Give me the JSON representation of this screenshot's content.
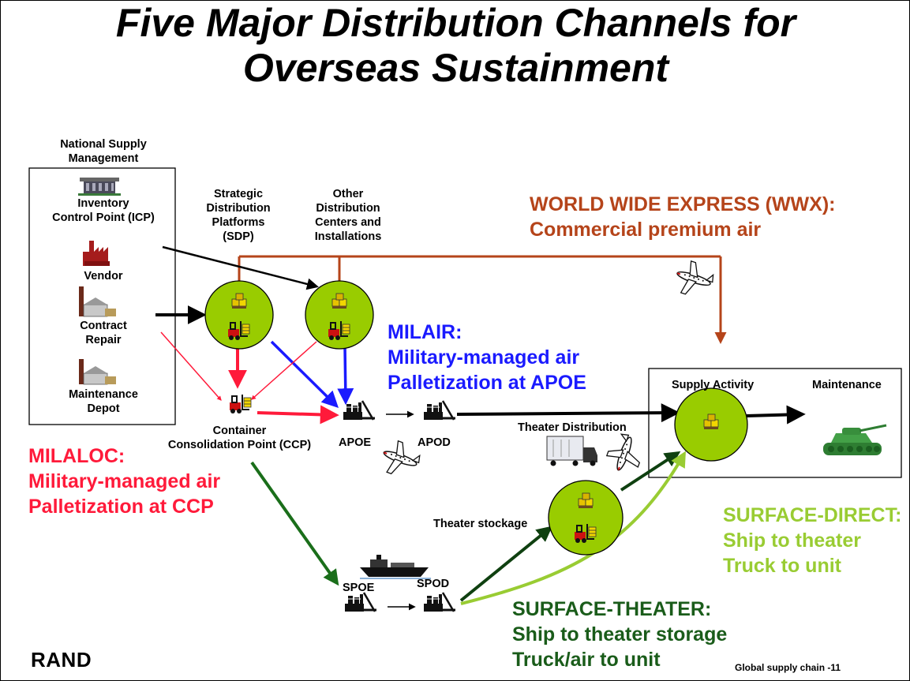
{
  "slide": {
    "title_line1": "Five Major Distribution Channels for",
    "title_line2": "Overseas Sustainment"
  },
  "sources": {
    "heading_line1": "National Supply",
    "heading_line2": "Management",
    "icp_line1": "Inventory",
    "icp_line2": "Control Point (ICP)",
    "vendor": "Vendor",
    "contract_line1": "Contract",
    "contract_line2": "Repair",
    "depot_line1": "Maintenance",
    "depot_line2": "Depot"
  },
  "nodes": {
    "sdp_line1": "Strategic",
    "sdp_line2": "Distribution",
    "sdp_line3": "Platforms",
    "sdp_line4": "(SDP)",
    "odc_line1": "Other",
    "odc_line2": "Distribution",
    "odc_line3": "Centers and",
    "odc_line4": "Installations",
    "ccp_line1": "Container",
    "ccp_line2": "Consolidation Point (CCP)",
    "apoe": "APOE",
    "apod": "APOD",
    "spoe": "SPOE",
    "spod": "SPOD",
    "theater_distribution": "Theater Distribution",
    "theater_stockage": "Theater stockage",
    "supply_activity": "Supply Activity",
    "maintenance": "Maintenance"
  },
  "channels": {
    "wwx_line1": "WORLD WIDE EXPRESS (WWX):",
    "wwx_line2": "Commercial premium air",
    "milair_line1": "MILAIR:",
    "milair_line2": "Military-managed air",
    "milair_line3": "Palletization at APOE",
    "milaloc_line1": "MILALOC:",
    "milaloc_line2": "Military-managed air",
    "milaloc_line3": "Palletization at CCP",
    "surface_direct_line1": "SURFACE-DIRECT:",
    "surface_direct_line2": "Ship to theater",
    "surface_direct_line3": "Truck to unit",
    "surface_theater_line1": "SURFACE-THEATER:",
    "surface_theater_line2": "Ship to theater storage",
    "surface_theater_line3": "Truck/air to unit"
  },
  "colors": {
    "wwx": "#b5441a",
    "milair": "#1a1aff",
    "milaloc": "#ff1a3a",
    "surface_direct": "#99cc33",
    "surface_theater": "#1a5c1a",
    "node_fill": "#99cc00"
  },
  "icons": [
    "building-icon",
    "factory-icon",
    "depot-icon",
    "boxes-icon",
    "forklift-icon",
    "port-crane-icon",
    "airplane-icon",
    "ship-icon",
    "truck-icon",
    "tank-icon"
  ],
  "footer": {
    "logo": "RAND",
    "caption": "Global supply chain -11"
  }
}
